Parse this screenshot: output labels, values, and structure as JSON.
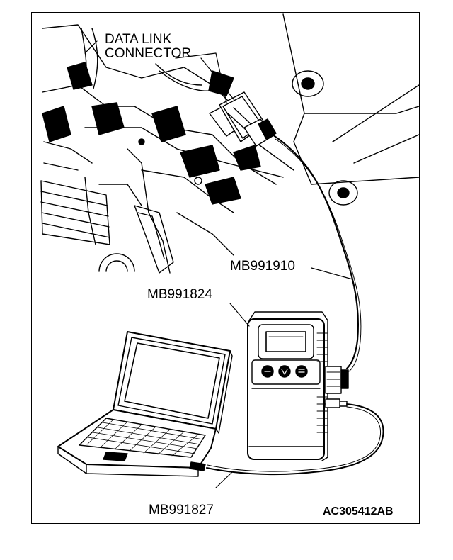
{
  "labels": {
    "data_link_line1": "DATA LINK",
    "data_link_line2": "CONNECTOR",
    "cable_mb991910": "MB991910",
    "device_mb991824": "MB991824",
    "cable_mb991827": "MB991827"
  },
  "figure_code": "AC305412AB",
  "colors": {
    "ink": "#000000",
    "paper": "#ffffff"
  }
}
